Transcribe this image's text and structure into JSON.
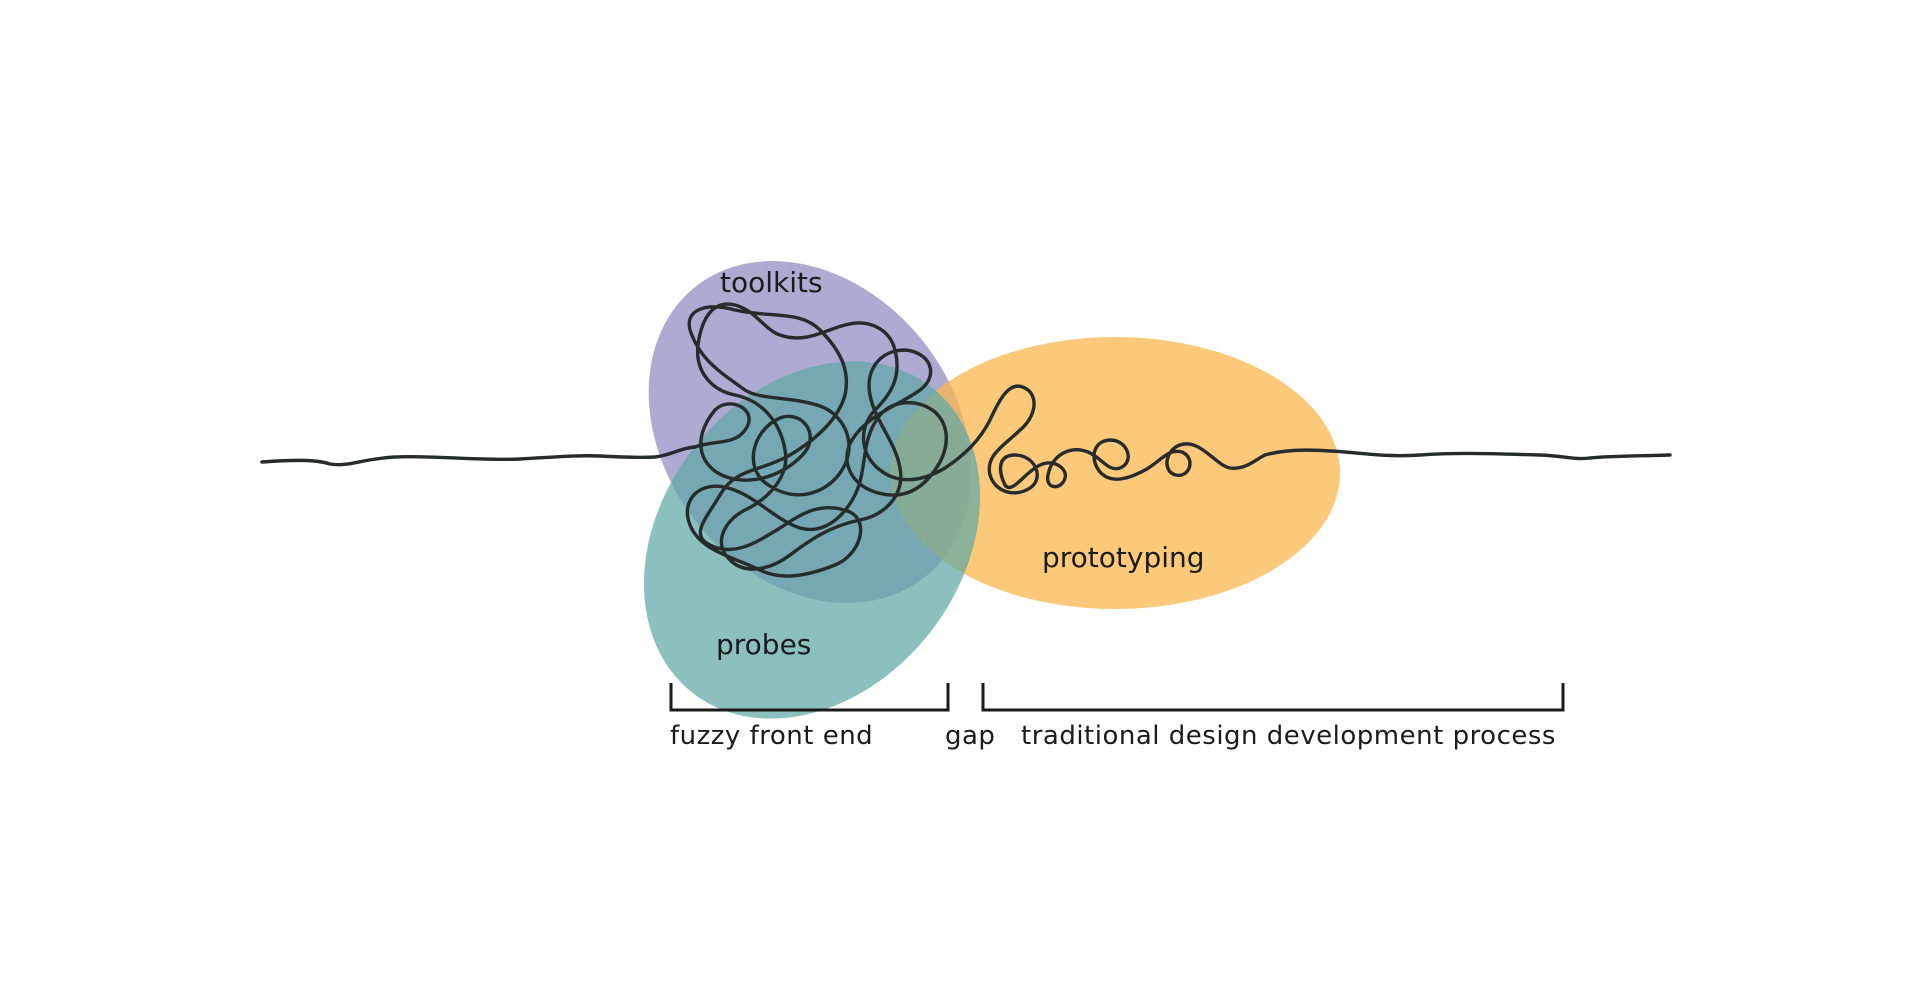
{
  "diagram": {
    "regions": [
      {
        "id": "toolkits",
        "label": "toolkits",
        "color": "#9a95c7"
      },
      {
        "id": "probes",
        "label": "probes",
        "color": "#5fa8a5"
      },
      {
        "id": "prototyping",
        "label": "prototyping",
        "color": "#fbb54e"
      }
    ],
    "phases": [
      {
        "id": "fuzzy",
        "label": "fuzzy front end"
      },
      {
        "id": "gap",
        "label": "gap"
      },
      {
        "id": "traditional",
        "label": "traditional design development process"
      }
    ],
    "line_color": "#262b2c"
  }
}
